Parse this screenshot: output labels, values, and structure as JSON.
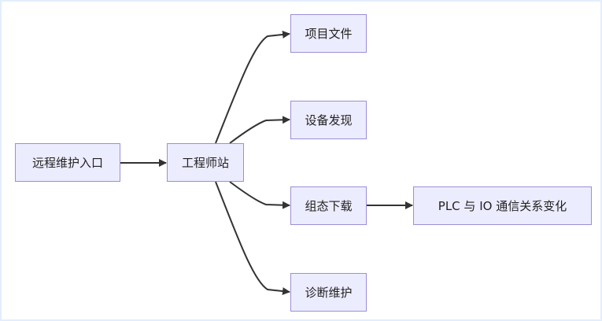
{
  "diagram": {
    "nodes": {
      "remote_entry": "远程维护入口",
      "engineering_station": "工程师站",
      "project_files": "项目文件",
      "device_discovery": "设备发现",
      "config_download": "组态下载",
      "plc_io_change": "PLC 与 IO 通信关系变化",
      "diagnostic_maintenance": "诊断维护"
    },
    "edges": [
      {
        "from": "remote_entry",
        "to": "engineering_station"
      },
      {
        "from": "engineering_station",
        "to": "project_files"
      },
      {
        "from": "engineering_station",
        "to": "device_discovery"
      },
      {
        "from": "engineering_station",
        "to": "config_download"
      },
      {
        "from": "engineering_station",
        "to": "diagnostic_maintenance"
      },
      {
        "from": "config_download",
        "to": "plc_io_change"
      }
    ],
    "colors": {
      "node_fill": "#ececff",
      "node_border": "#9a8fd6",
      "edge": "#333333",
      "frame_border": "#e3eefc"
    }
  }
}
